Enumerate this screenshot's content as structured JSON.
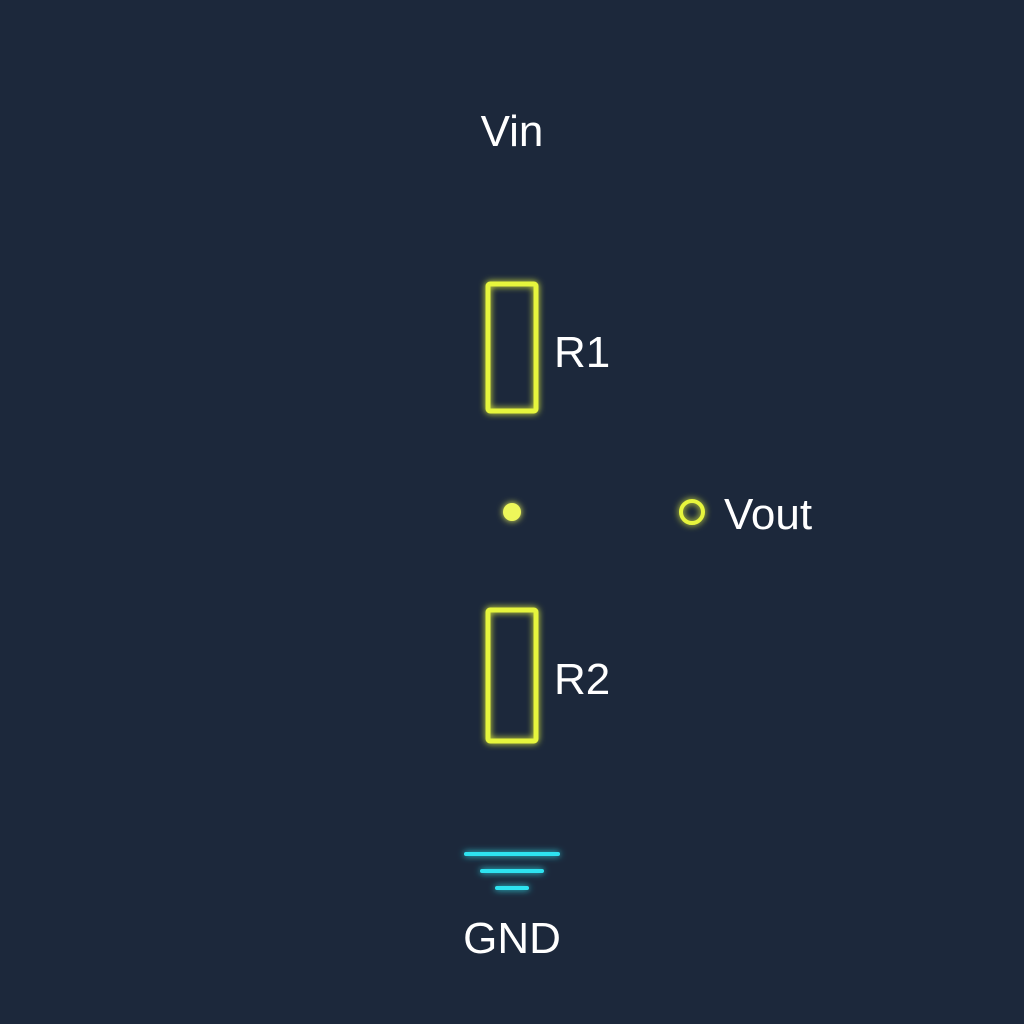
{
  "colors": {
    "background": "#1c283b",
    "wire_yellow": "#e6f53c",
    "wire_green": "#a8f0a0",
    "ground_cyan": "#2fe3f0",
    "text": "#ffffff"
  },
  "labels": {
    "vin": "Vin",
    "r1": "R1",
    "vout": "Vout",
    "r2": "R2",
    "gnd": "GND"
  }
}
